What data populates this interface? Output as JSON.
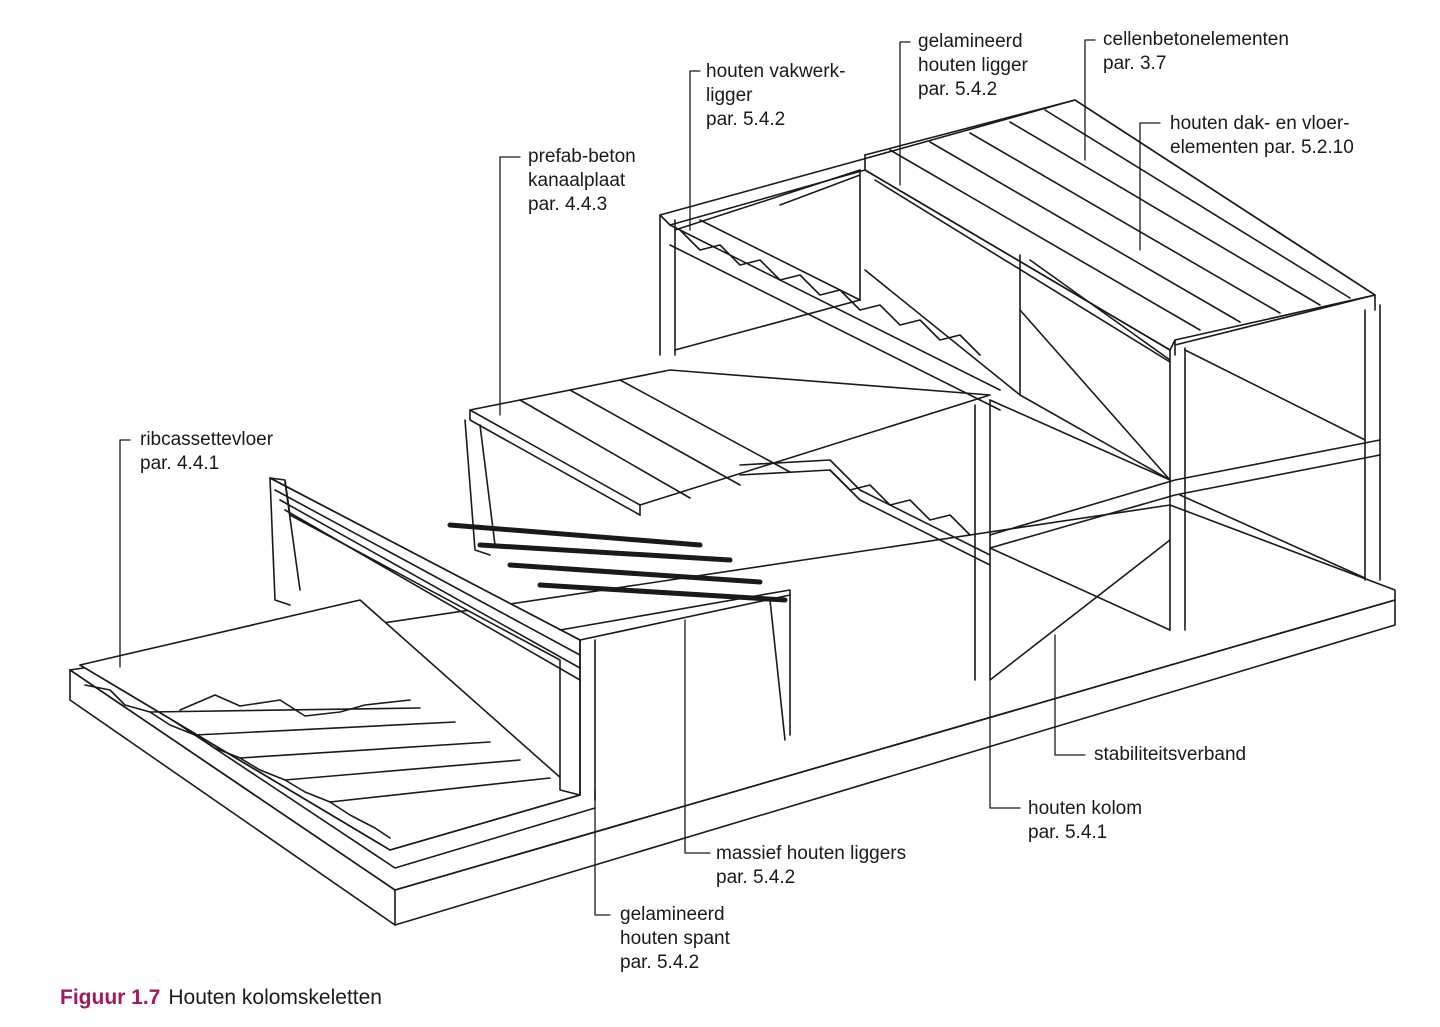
{
  "caption": {
    "number": "Figuur 1.7",
    "title": "Houten kolomskeletten"
  },
  "labels": {
    "ribcassettevloer": [
      "ribcassettevloer",
      "par. 4.4.1"
    ],
    "prefab_beton": [
      "prefab-beton",
      "kanaalplaat",
      "par. 4.4.3"
    ],
    "houten_vakwerk": [
      "houten vakwerk-",
      "ligger",
      "par. 5.4.2"
    ],
    "gelamineerd_ligger": [
      "gelamineerd",
      "houten ligger",
      "par. 5.4.2"
    ],
    "cellenbeton": [
      "cellenbetonelementen",
      "par. 3.7"
    ],
    "houten_dak": [
      "houten dak- en vloer-",
      "elementen par. 5.2.10"
    ],
    "stabiliteit": [
      "stabiliteitsverband"
    ],
    "houten_kolom": [
      "houten kolom",
      "par. 5.4.1"
    ],
    "massief": [
      "massief houten liggers",
      "par. 5.4.2"
    ],
    "gelamineerd_spant": [
      "gelamineerd",
      "houten spant",
      "par. 5.4.2"
    ]
  },
  "colors": {
    "line": "#1a1a1a",
    "caption_accent": "#a3175e"
  }
}
